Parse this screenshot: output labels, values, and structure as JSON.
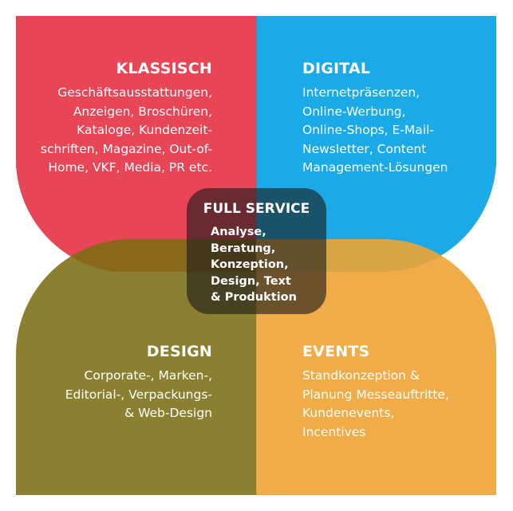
{
  "colors": {
    "klassisch": "#e63144",
    "digital": "#00a1e4",
    "design": "#7b6d15",
    "events": "#eea334",
    "center": "#222222"
  },
  "sections": {
    "klassisch": {
      "title": "KLASSISCH",
      "lines": [
        "Geschäftsausstattungen,",
        "Anzeigen, Broschüren,",
        "Kataloge, Kundenzeit-",
        "schriften, Magazine, Out-of-",
        "Home, VKF, Media, PR etc."
      ]
    },
    "digital": {
      "title": "DIGITAL",
      "lines": [
        "Internetpräsenzen,",
        "Online-Werbung,",
        "Online-Shops, E-Mail-",
        "Newsletter, Content",
        "Management-Lösungen"
      ]
    },
    "design": {
      "title": "DESIGN",
      "lines": [
        "Corporate-, Marken-,",
        "Editorial-, Verpackungs-",
        "& Web-Design"
      ]
    },
    "events": {
      "title": "EVENTS",
      "lines": [
        "Standkonzeption &",
        "Planung Messeauftritte,",
        "Kundenevents,",
        "Incentives"
      ]
    }
  },
  "center": {
    "title": "FULL SERVICE",
    "lines": [
      "Analyse,",
      "Beratung,",
      "Konzeption,",
      "Design, Text",
      "& Produktion"
    ]
  }
}
